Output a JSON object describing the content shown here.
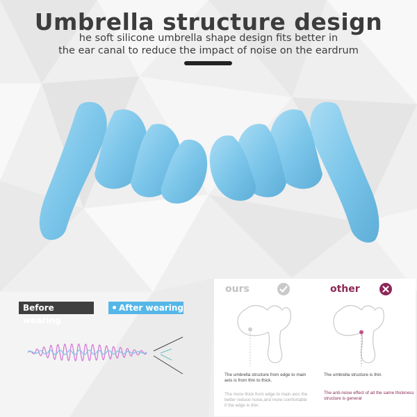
{
  "heading": {
    "title": "Umbrella structure design",
    "subtitle_line1": "he soft silicone umbrella shape design fits better in",
    "subtitle_line2": "the ear canal to reduce the impact of noise on the eardrum"
  },
  "comparison_tabs": {
    "before_label": "Before wearing",
    "after_label": "After wearing"
  },
  "comparison_panel": {
    "ours_label": "ours",
    "other_label": "other",
    "ours_text_1": "The umbrella structure from edge to main axis is from thin to thick.",
    "ours_text_2": "The more thick from edge to main axis the better reduce noise,and more comfortable if the edge is thin.",
    "other_text_1": "The umbrella structure is thin.",
    "other_text_2": "The anti-noise effect of all the same thickness structure is general"
  },
  "colors": {
    "product_blue": "#7cc6ea",
    "title_gray": "#3c3c3c",
    "after_blue": "#55b6e8",
    "before_dark": "#3f3f3f",
    "other_magenta": "#8a2a55"
  },
  "icons": [
    "check-icon",
    "x-icon"
  ]
}
